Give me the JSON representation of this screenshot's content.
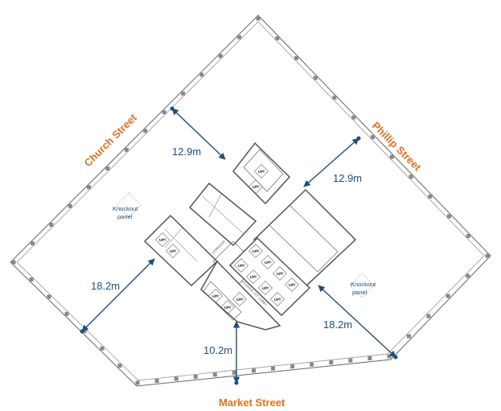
{
  "colors": {
    "street_label": "#e07020",
    "dimension": "#1f4e79",
    "linework": "#555555",
    "column": "#888888"
  },
  "streets": {
    "church": "Church Street",
    "phillip": "Phillip Street",
    "market": "Market Street"
  },
  "dimensions": {
    "church_upper": "12.9m",
    "phillip_upper": "12.9m",
    "church_lower": "18.2m",
    "phillip_lower": "18.2m",
    "market": "10.2m"
  },
  "notes": {
    "knockout_left_1": "Knockout",
    "knockout_left_2": "panel",
    "knockout_right_1": "Knockout",
    "knockout_right_2": "panel"
  },
  "core_labels": {
    "corridor": "CORRIDOR",
    "lift_lobby": "HIGHRISE LIFT LOBBY",
    "lift": "LIFT"
  }
}
